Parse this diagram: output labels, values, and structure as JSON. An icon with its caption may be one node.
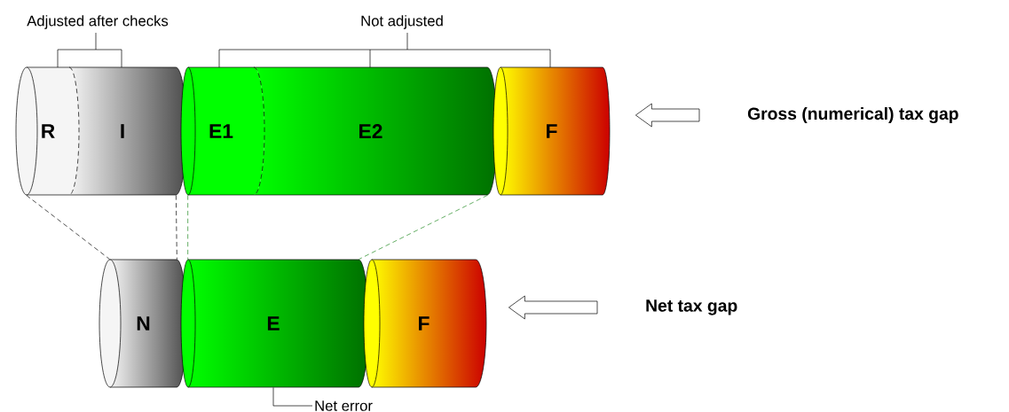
{
  "diagram": {
    "nodes": [
      {
        "text": [
          "R"
        ]
      },
      {
        "text": [
          "I"
        ]
      },
      {
        "text": [
          "E1"
        ]
      },
      {
        "text": [
          "E2"
        ]
      },
      {
        "text": [
          "F"
        ]
      },
      {
        "text": [
          "Gross (numerical) tax gap"
        ]
      },
      {
        "text": [
          "N"
        ]
      },
      {
        "text": [
          "E"
        ]
      },
      {
        "text": [
          "F"
        ]
      },
      {
        "text": [
          "Net tax gap"
        ]
      },
      {
        "text": [
          "Net error"
        ]
      }
    ],
    "edges": [
      {
        "from": 0,
        "to": 6,
        "arrow": "none",
        "style": "dashed"
      },
      {
        "from": 1,
        "to": 6,
        "arrow": "none",
        "style": "dashed"
      },
      {
        "from": 2,
        "to": 7,
        "arrow": "none",
        "style": "dashed",
        "color": "#228b22"
      },
      {
        "from": 3,
        "to": 7,
        "arrow": "none",
        "style": "dashed",
        "color": "#228b22"
      },
      {
        "from": 5,
        "to": 4,
        "arrow": "to"
      },
      {
        "from": 9,
        "to": 8,
        "arrow": "to"
      },
      {
        "from": 10,
        "to": 7,
        "arrow": "none"
      }
    ],
    "labels": [
      "Adjusted after checks",
      "Not adjusted"
    ]
  }
}
